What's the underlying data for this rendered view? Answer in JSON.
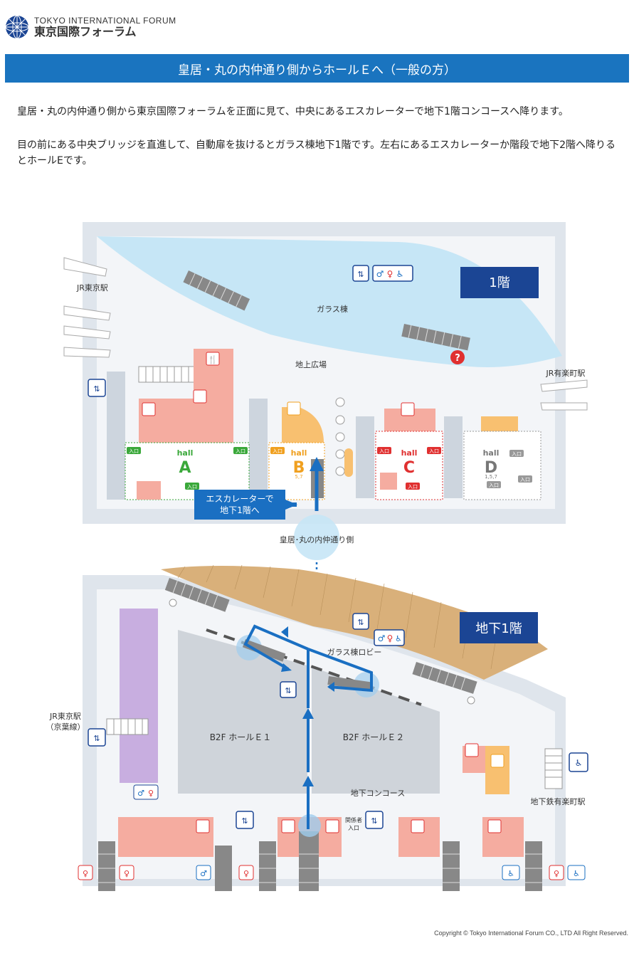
{
  "header": {
    "logo_en": "TOKYO INTERNATIONAL FORUM",
    "logo_ja": "東京国際フォーラム"
  },
  "banner": {
    "title": "皇居・丸の内仲通り側からホールＥへ（一般の方）"
  },
  "body": {
    "paragraph1": "皇居・丸の内仲通り側から東京国際フォーラムを正面に見て、中央にあるエスカレーターで地下1階コンコースへ降ります。",
    "paragraph2": "目の前にある中央ブリッジを直進して、自動扉を抜けるとガラス棟地下1階です。左右にあるエスカレーターか階段で地下2階へ降りるとホールEです。"
  },
  "map": {
    "floor1": {
      "floor_label": "1階",
      "glass_building": "ガラス棟",
      "plaza": "地上広場",
      "jr_tokyo": "JR東京駅",
      "jr_yurakucho": "JR有楽町駅",
      "hall_word": "hall",
      "halls": [
        {
          "letter": "A",
          "color": "#3aa83a",
          "floors": ""
        },
        {
          "letter": "B",
          "color": "#f0a020",
          "floors": "5,7"
        },
        {
          "letter": "C",
          "color": "#e03030",
          "floors": ""
        },
        {
          "letter": "D",
          "color": "#777777",
          "floors": "1,5,7"
        }
      ],
      "entrance": "入口",
      "callout_line1": "エスカレーターで",
      "callout_line2": "地下1階へ",
      "start_label": "皇居･丸の内仲通り側"
    },
    "floorB1": {
      "floor_label": "地下1階",
      "lobby": "ガラス棟ロビー",
      "hall_e1": "B2F ホールＥ１",
      "hall_e2": "B2F ホールＥ２",
      "concourse": "地下コンコース",
      "jr_tokyo_keiyo_1": "JR東京駅",
      "jr_tokyo_keiyo_2": "（京葉線）",
      "subway": "地下鉄有楽町駅",
      "staff_1": "関係者",
      "staff_2": "入口"
    },
    "colors": {
      "route": "#1a6fc2",
      "water": "#c6e6f6",
      "restaurant": "#f5aca0",
      "shop": "#f8c070",
      "purple": "#c8aee0",
      "wood": "#d9b07a",
      "floor_label_bg": "#1b4594"
    }
  },
  "footer": {
    "copyright": "Copyright © Tokyo International Forum CO., LTD All Right Reserved."
  }
}
